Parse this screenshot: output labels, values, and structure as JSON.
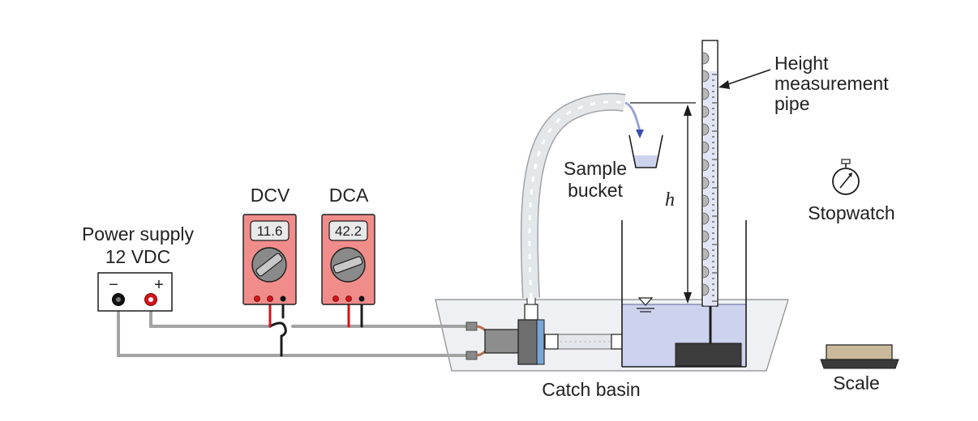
{
  "power_supply": {
    "label_line1": "Power supply",
    "label_line2": "12 VDC",
    "minus": "−",
    "plus": "+"
  },
  "dcv": {
    "label": "DCV",
    "reading": "11.6"
  },
  "dca": {
    "label": "DCA",
    "reading": "42.2"
  },
  "sample_bucket": {
    "label_line1": "Sample",
    "label_line2": "bucket"
  },
  "height": {
    "symbol": "h"
  },
  "height_pipe": {
    "label_line1": "Height",
    "label_line2": "measurement",
    "label_line3": "pipe"
  },
  "stopwatch": {
    "label": "Stopwatch"
  },
  "catch_basin": {
    "label": "Catch basin"
  },
  "scale": {
    "label": "Scale"
  },
  "colors": {
    "meter_body": "#f08d8b",
    "wire": "#a3a3a3",
    "red_lead": "#d3141b",
    "water": "#cdd3ee",
    "hose": "#dfe2e6"
  }
}
